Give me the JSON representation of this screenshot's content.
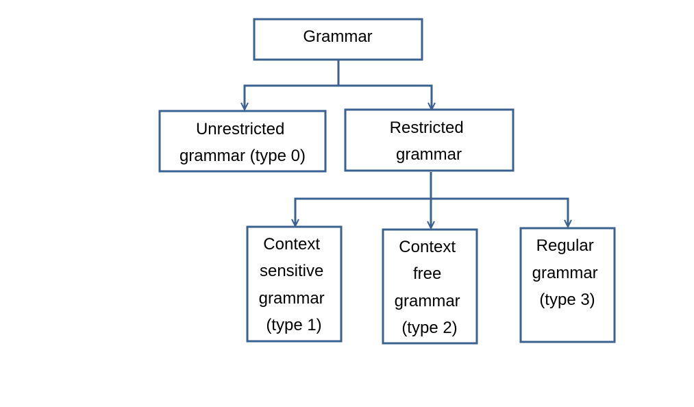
{
  "colors": {
    "border": "#3a6190",
    "connector": "#3a6190",
    "text": "#000000",
    "background": "#ffffff"
  },
  "nodes": {
    "grammar": {
      "lines": [
        "Grammar"
      ]
    },
    "unrestricted": {
      "lines": [
        "Unrestricted",
        "grammar (type 0)"
      ]
    },
    "restricted": {
      "lines": [
        "Restricted",
        "grammar"
      ]
    },
    "context_sensitive": {
      "lines": [
        "Context",
        "sensitive",
        "grammar",
        "(type 1)"
      ]
    },
    "context_free": {
      "lines": [
        "Context",
        "free",
        "grammar",
        "(type 2)"
      ]
    },
    "regular": {
      "lines": [
        "Regular",
        "grammar",
        "(type 3)"
      ]
    }
  },
  "edges": [
    {
      "from": "grammar",
      "to": "unrestricted"
    },
    {
      "from": "grammar",
      "to": "restricted"
    },
    {
      "from": "restricted",
      "to": "context_sensitive"
    },
    {
      "from": "restricted",
      "to": "context_free"
    },
    {
      "from": "restricted",
      "to": "regular"
    }
  ]
}
